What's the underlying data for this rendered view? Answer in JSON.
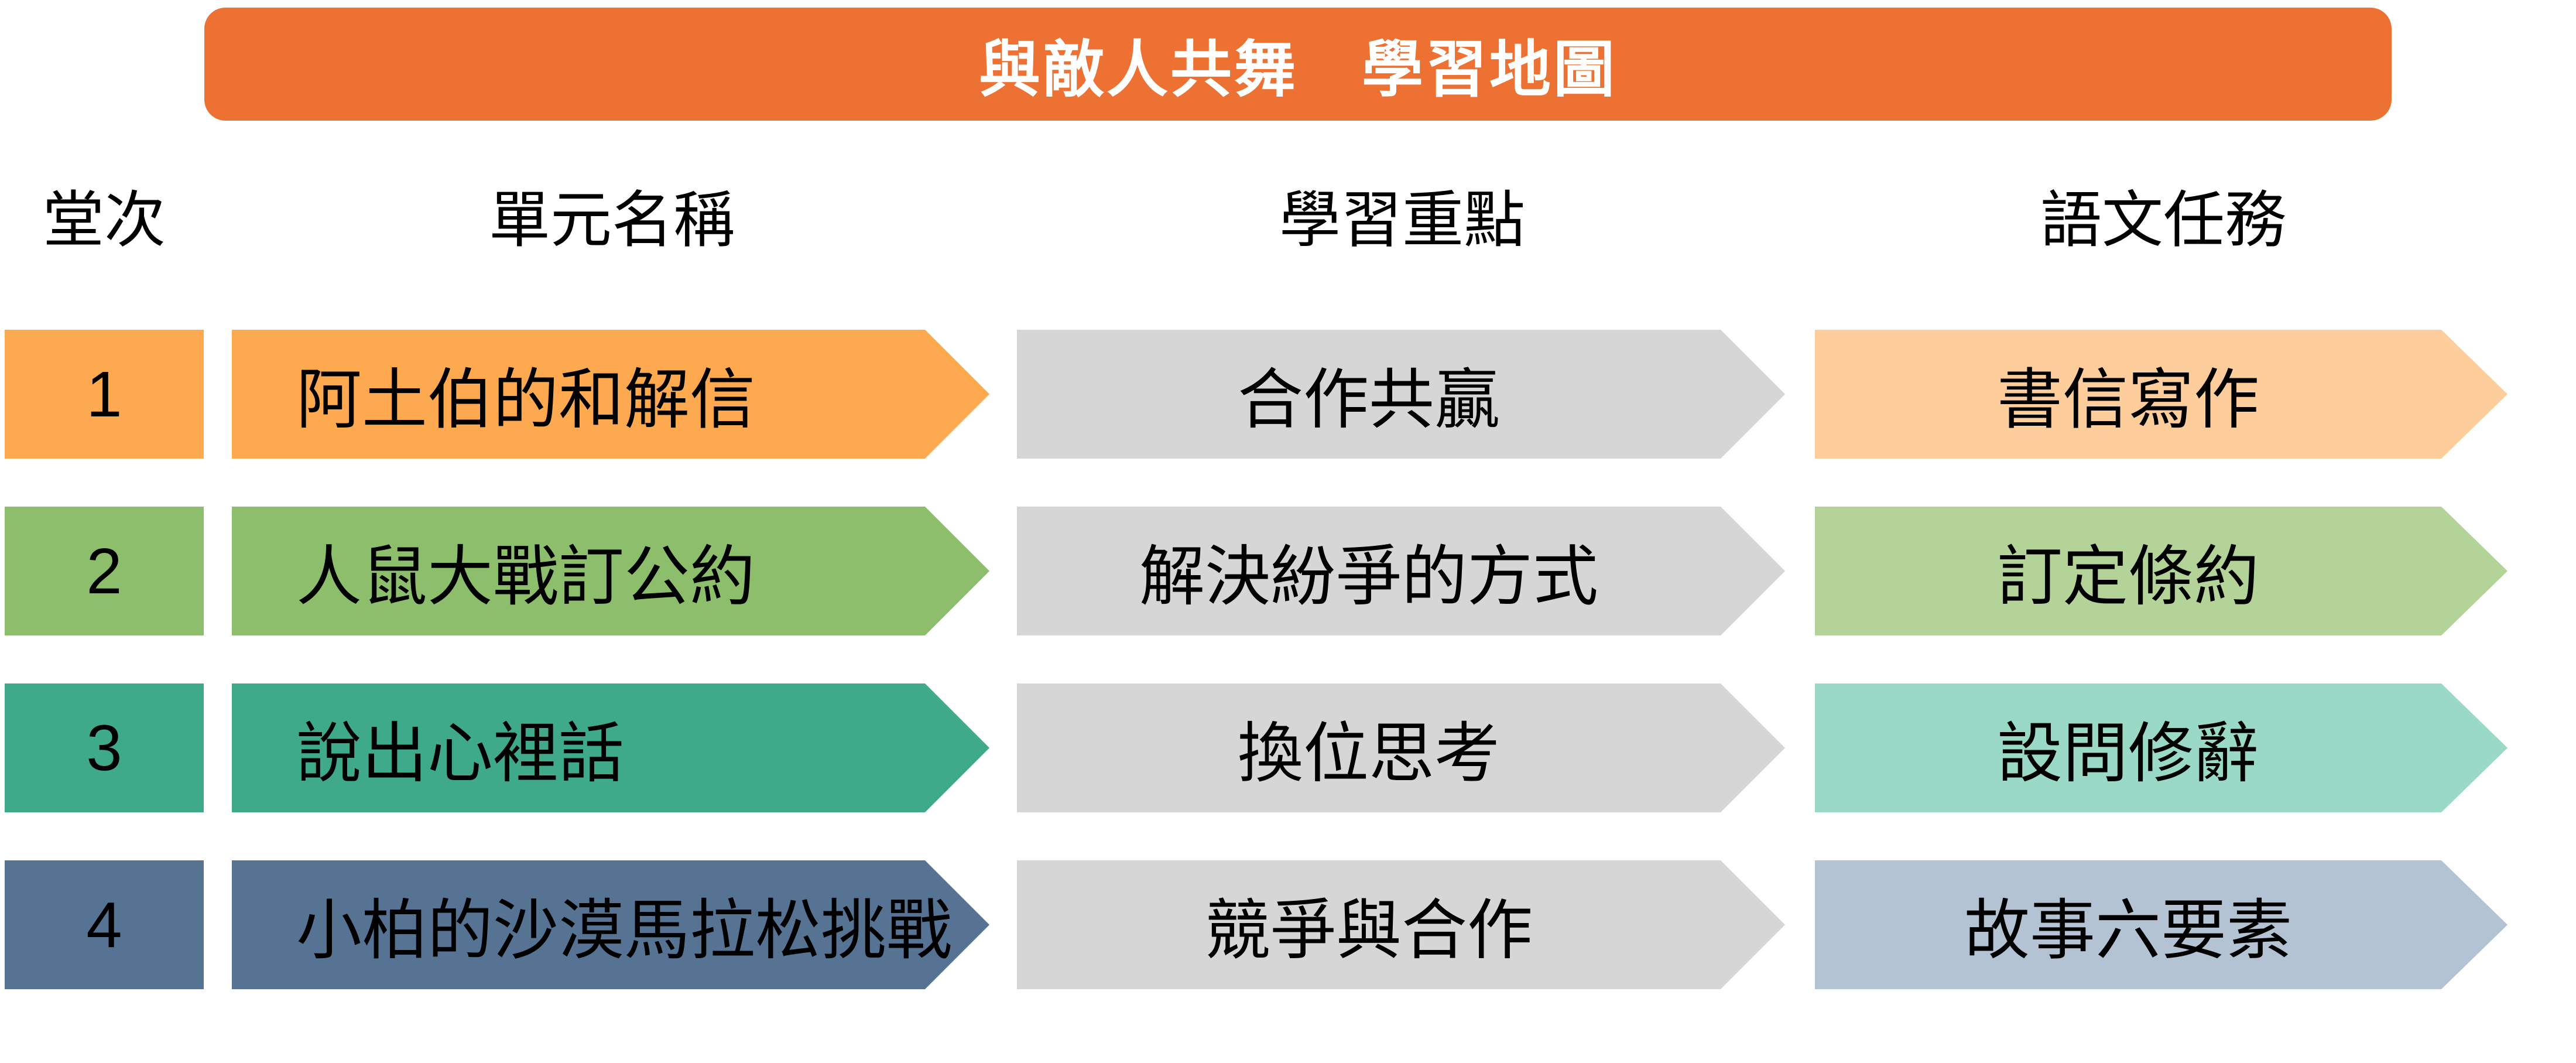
{
  "title": {
    "text": "與敵人共舞　學習地圖",
    "bg_color": "#ED7132",
    "text_color": "#FFFFFF"
  },
  "columns": {
    "session": "堂次",
    "unit": "單元名稱",
    "focus": "學習重點",
    "task": "語文任務"
  },
  "focus_arrow_color": "#D6D6D6",
  "rows": [
    {
      "num": "1",
      "unit": "阿土伯的和解信",
      "focus": "合作共贏",
      "task": "書信寫作",
      "color": "#FCA94F",
      "light_color": "#FDCD9B"
    },
    {
      "num": "2",
      "unit": "人鼠大戰訂公約",
      "focus": "解決紛爭的方式",
      "task": "訂定條約",
      "color": "#8DBE6C",
      "light_color": "#B3D399"
    },
    {
      "num": "3",
      "unit": "說出心裡話",
      "focus": "換位思考",
      "task": "設問修辭",
      "color": "#3EAA8A",
      "light_color": "#9AD9C5"
    },
    {
      "num": "4",
      "unit": "小柏的沙漠馬拉松挑戰",
      "focus": "競爭與合作",
      "task": "故事六要素",
      "color": "#567394",
      "light_color": "#B3C3D3"
    }
  ]
}
